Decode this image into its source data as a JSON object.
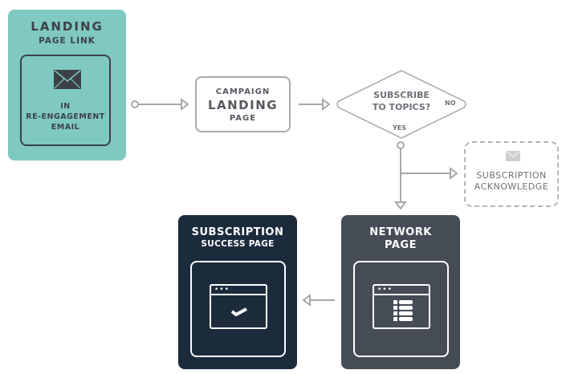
{
  "landing_link": {
    "title": "LANDING",
    "subtitle": "PAGE LINK",
    "icon": "envelope-icon",
    "inner_lines": [
      "IN",
      "RE-ENGAGEMENT",
      "EMAIL"
    ],
    "color": "#7fc9c1"
  },
  "campaign_landing": {
    "line1": "CAMPAIGN",
    "line2": "LANDING",
    "line3": "PAGE"
  },
  "decision": {
    "line1": "SUBSCRIBE",
    "line2": "TO TOPICS?",
    "no_label": "NO",
    "yes_label": "YES"
  },
  "acknowledge": {
    "icon": "envelope-icon",
    "line1": "SUBSCRIPTION",
    "line2": "ACKNOWLEDGE"
  },
  "network_page": {
    "line1": "NETWORK",
    "line2": "PAGE",
    "icon": "browser-checklist-icon",
    "dots": "•••",
    "color": "#454c55"
  },
  "success_page": {
    "line1": "SUBSCRIPTION",
    "line2": "SUCCESS PAGE",
    "icon": "browser-checkmark-icon",
    "dots": "•••",
    "color": "#1c2b3c"
  },
  "connector_color": "#a8a8a8"
}
